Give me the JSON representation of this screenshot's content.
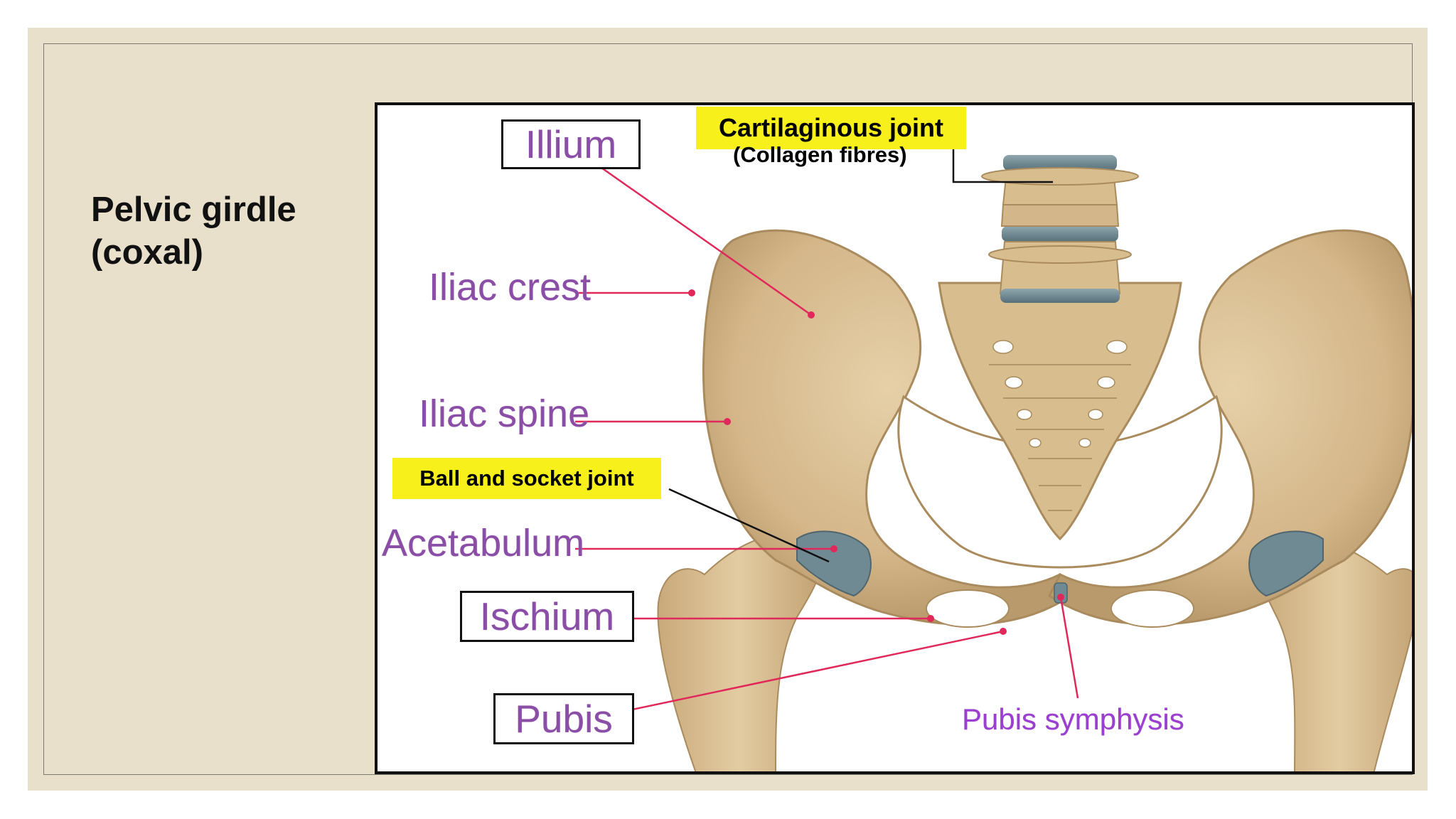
{
  "slide": {
    "title_line1": "Pelvic girdle",
    "title_line2": "(coxal)"
  },
  "diagram": {
    "labels": {
      "ilium": "Illium",
      "iliac_crest": "Iliac crest",
      "iliac_spine": "Iliac spine",
      "acetabulum": "Acetabulum",
      "ischium": "Ischium",
      "pubis": "Pubis",
      "pubis_symphysis": "Pubis symphysis"
    },
    "annotations": {
      "cartilaginous_joint": "Cartilaginous joint",
      "collagen_fibres": "(Collagen fibres)",
      "ball_and_socket": "Ball and socket joint"
    },
    "colors": {
      "label_purple": "#8a4ea6",
      "pointer_red": "#e0285a",
      "highlight_yellow": "#f7f01a",
      "bone": "#d9bf94",
      "cartilage": "#6f8a93"
    }
  }
}
